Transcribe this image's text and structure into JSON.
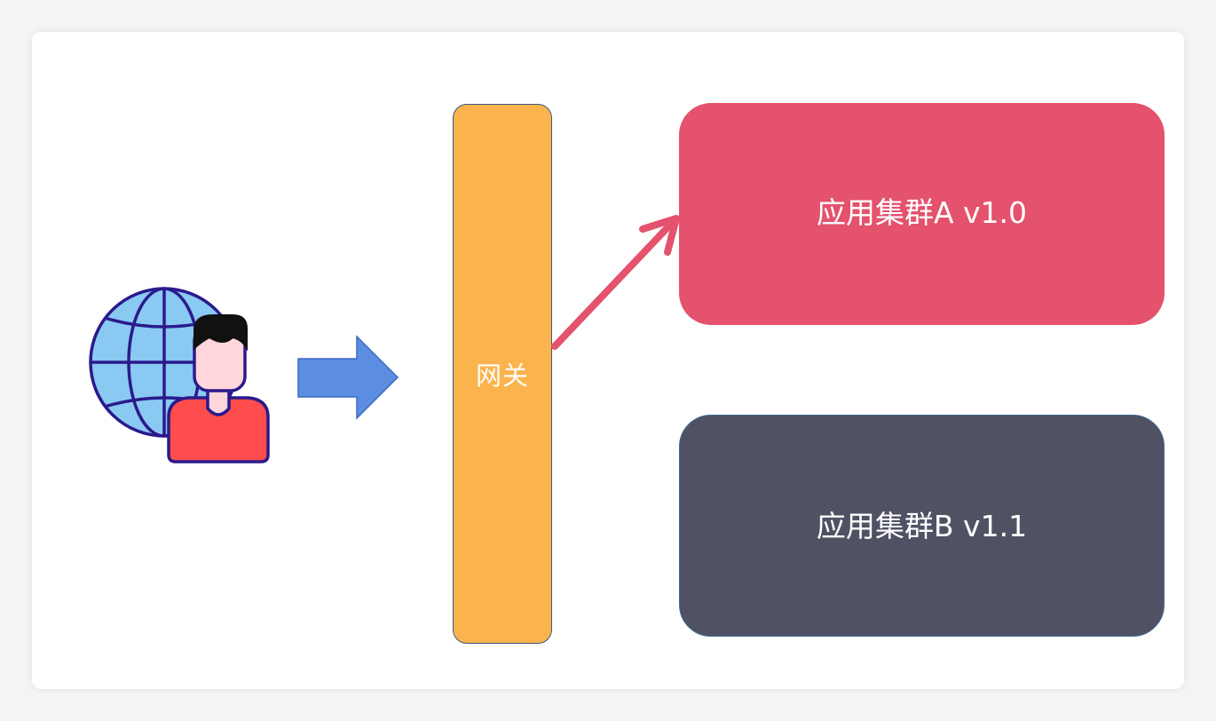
{
  "diagram": {
    "gateway": {
      "label": "网关",
      "color": "#fbb44d"
    },
    "clusters": [
      {
        "label": "应用集群A v1.0",
        "color": "#e4526d"
      },
      {
        "label": "应用集群B v1.1",
        "color": "#505264"
      }
    ],
    "user_icon": "user-with-globe-icon",
    "request_arrow": {
      "icon": "right-arrow-icon",
      "color": "#5b8de0"
    },
    "route_arrow": {
      "icon": "diagonal-arrow-icon",
      "color": "#e4526d",
      "target": "应用集群A v1.0"
    }
  }
}
